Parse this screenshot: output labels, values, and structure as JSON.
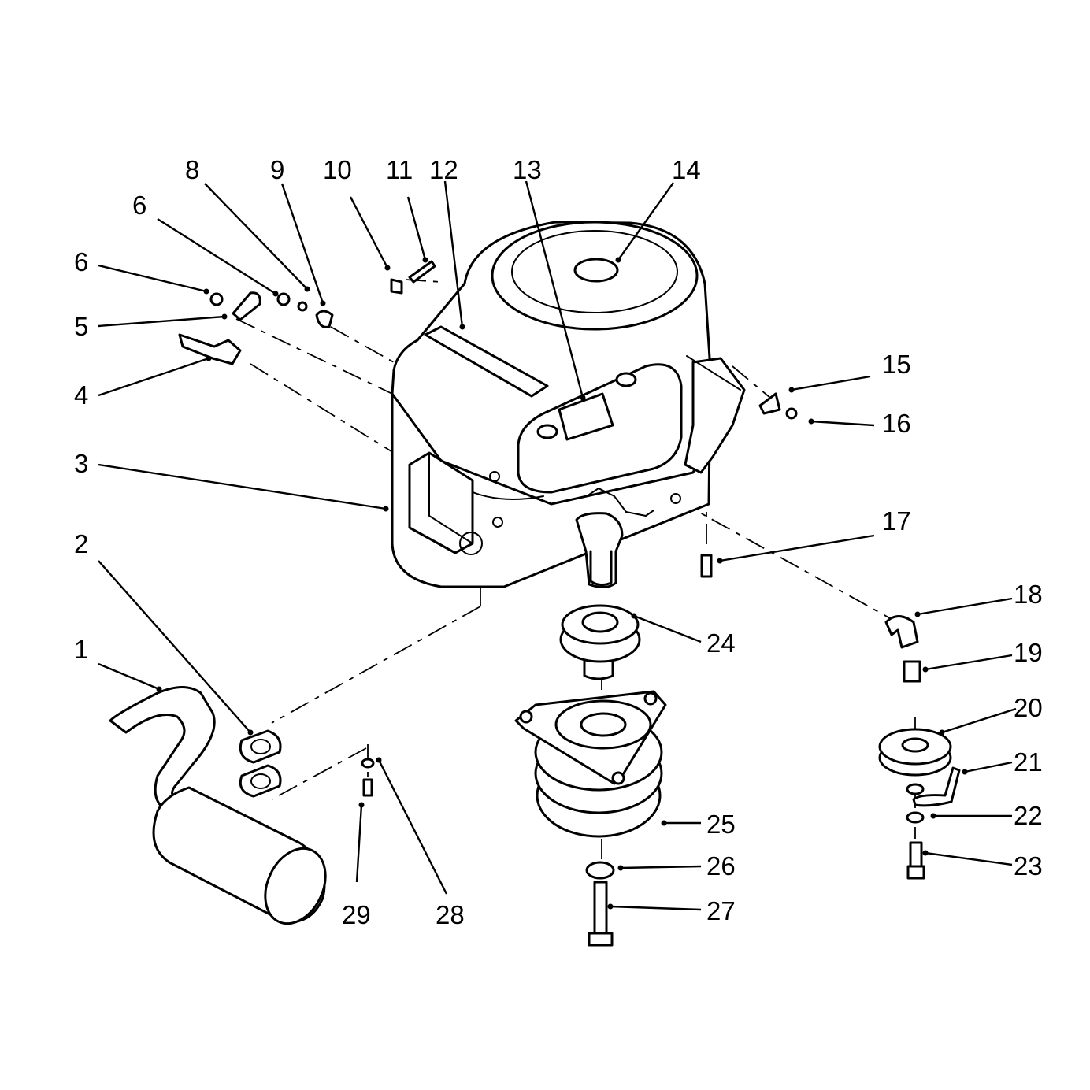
{
  "diagram": {
    "callouts": [
      "1",
      "2",
      "3",
      "4",
      "5",
      "6",
      "6",
      "8",
      "9",
      "10",
      "11",
      "12",
      "13",
      "14",
      "15",
      "16",
      "17",
      "18",
      "19",
      "20",
      "21",
      "22",
      "23",
      "24",
      "25",
      "26",
      "27",
      "28",
      "29"
    ]
  }
}
